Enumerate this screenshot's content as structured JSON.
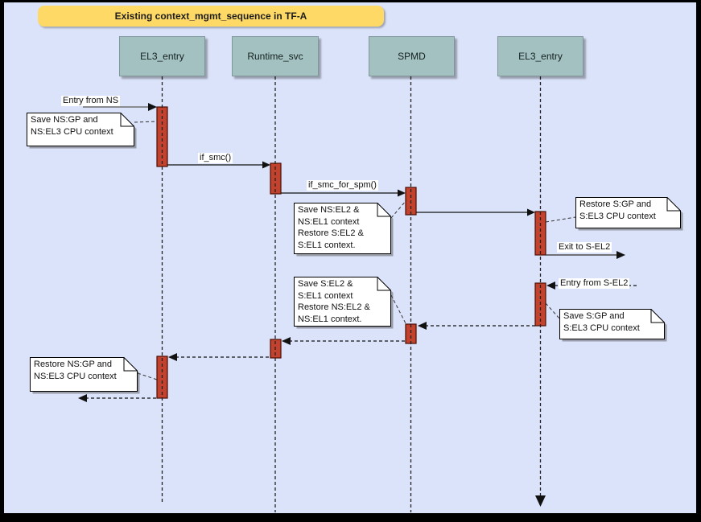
{
  "title": "Existing context_mgmt_sequence in TF-A",
  "participants": [
    {
      "label": "EL3_entry"
    },
    {
      "label": "Runtime_svc"
    },
    {
      "label": "SPMD"
    },
    {
      "label": "EL3_entry"
    }
  ],
  "messages": {
    "entry_from_ns": "Entry from NS",
    "if_smc": "if_smc()",
    "if_smc_for_spm": "if_smc_for_spm()",
    "exit_to_s_el2": "Exit to S-EL2",
    "entry_from_s_el2": "Entry from S-EL2"
  },
  "notes": [
    {
      "lines": [
        "Save NS:GP and",
        "NS:EL3 CPU context"
      ]
    },
    {
      "lines": [
        "Save NS:EL2 &",
        "NS:EL1 context",
        "Restore S:EL2 &",
        "S:EL1 context."
      ]
    },
    {
      "lines": [
        "Restore S:GP and",
        "S:EL3 CPU context"
      ]
    },
    {
      "lines": [
        "Save S:EL2 &",
        "S:EL1 context",
        "Restore NS:EL2 &",
        "NS:EL1 context."
      ]
    },
    {
      "lines": [
        "Save S:GP and",
        "S:EL3 CPU context"
      ]
    },
    {
      "lines": [
        "Restore NS:GP and",
        "NS:EL3 CPU context"
      ]
    }
  ],
  "colors": {
    "page_background": "#dbe3fa",
    "frame": "#000000",
    "title_fill": "#ffd966",
    "participant_fill": "#a3c1c0",
    "activation_fill": "#c3422e",
    "activation_border": "#4a0f05",
    "note_fill": "#ffffff",
    "arrow": "#111111",
    "arrow_gray": "#6f6f6f"
  }
}
